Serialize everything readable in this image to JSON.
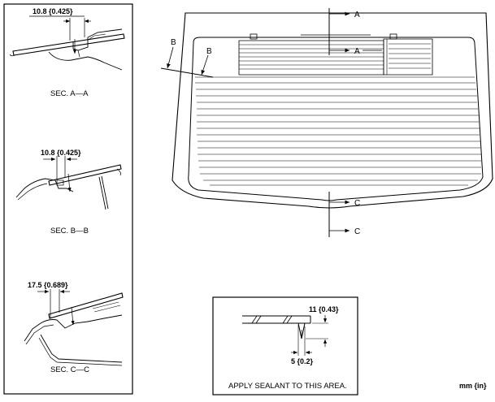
{
  "sections": {
    "aa": {
      "dimension": "10.8 {0.425}",
      "caption": "SEC. A—A"
    },
    "bb": {
      "dimension": "10.8 {0.425}",
      "caption": "SEC. B—B"
    },
    "cc": {
      "dimension": "17.5 {0.689}",
      "caption": "SEC. C—C"
    }
  },
  "glass": {
    "marker_a_top": "A",
    "marker_a_mid": "A",
    "marker_b_left": "B",
    "marker_b_right": "B",
    "marker_c_mid": "C",
    "marker_c_bottom": "C"
  },
  "detail": {
    "dim_height": "11 {0.43}",
    "dim_width": "5 {0.2}",
    "note": "APPLY SEALANT TO THIS AREA."
  },
  "units": "mm {in}"
}
